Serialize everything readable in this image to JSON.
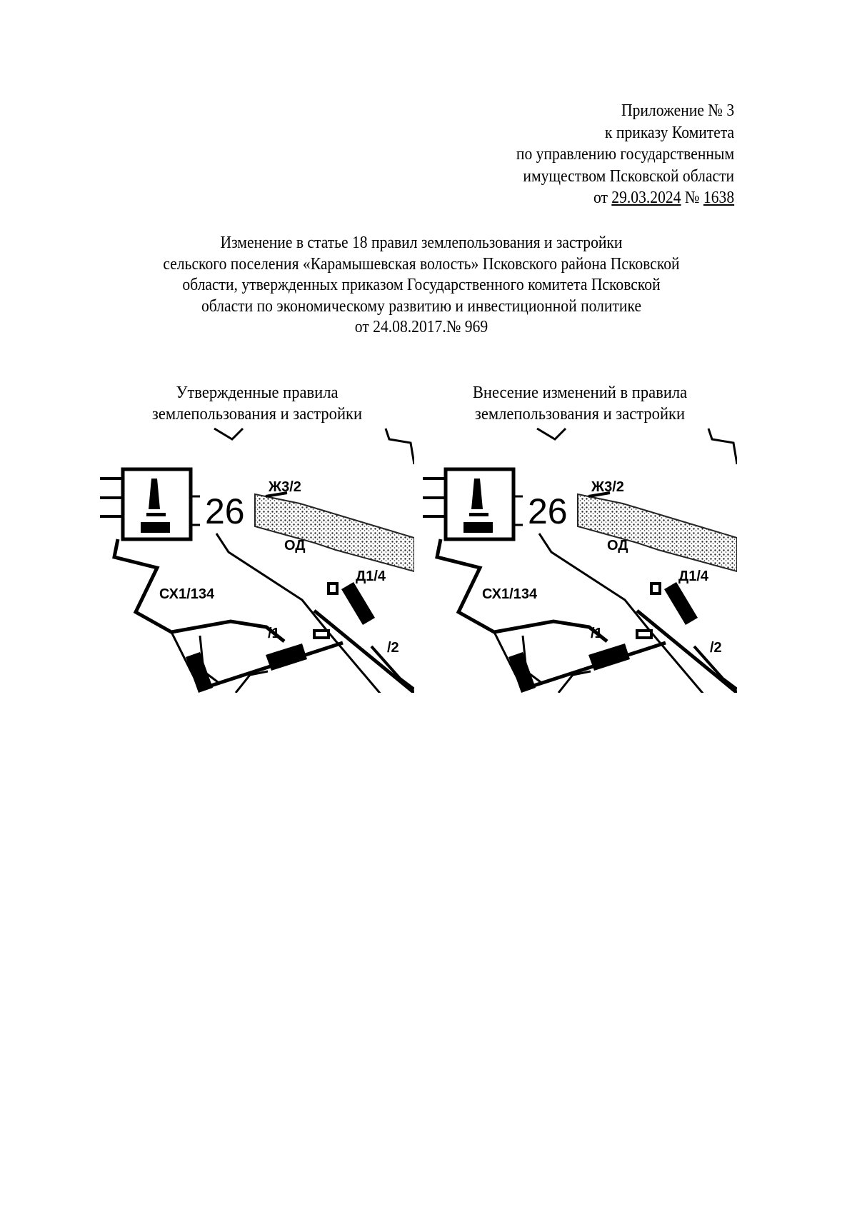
{
  "header": {
    "lines": [
      "Приложение № 3",
      "к приказу Комитета",
      "по управлению государственным",
      "имуществом Псковской области"
    ],
    "date_prefix": "от ",
    "date": "29.03.2024",
    "number_sign": " № ",
    "number": "1638"
  },
  "title": {
    "lines": [
      "Изменение в статье 18 правил землепользования и застройки",
      "сельского поселения «Карамышевская волость» Псковского района Псковской",
      "области, утвержденных   приказом Государственного комитета Псковской",
      "области по экономическому развитию и инвестиционной политике",
      "от 24.08.2017.№ 969"
    ]
  },
  "maps": [
    {
      "caption": [
        "Утвержденные правила",
        "землепользования и застройки"
      ]
    },
    {
      "caption": [
        "Внесение изменений в правила",
        "землепользования и застройки"
      ]
    }
  ],
  "map_labels": {
    "number": "26",
    "zone_zh": "Ж3/2",
    "zone_od": "ОД",
    "zone_sx": "СХ1/134",
    "zone_ib": "/1",
    "zone_d": "Д1/4",
    "zone_t": "/2"
  },
  "icons": {
    "monument": "monument-icon"
  }
}
